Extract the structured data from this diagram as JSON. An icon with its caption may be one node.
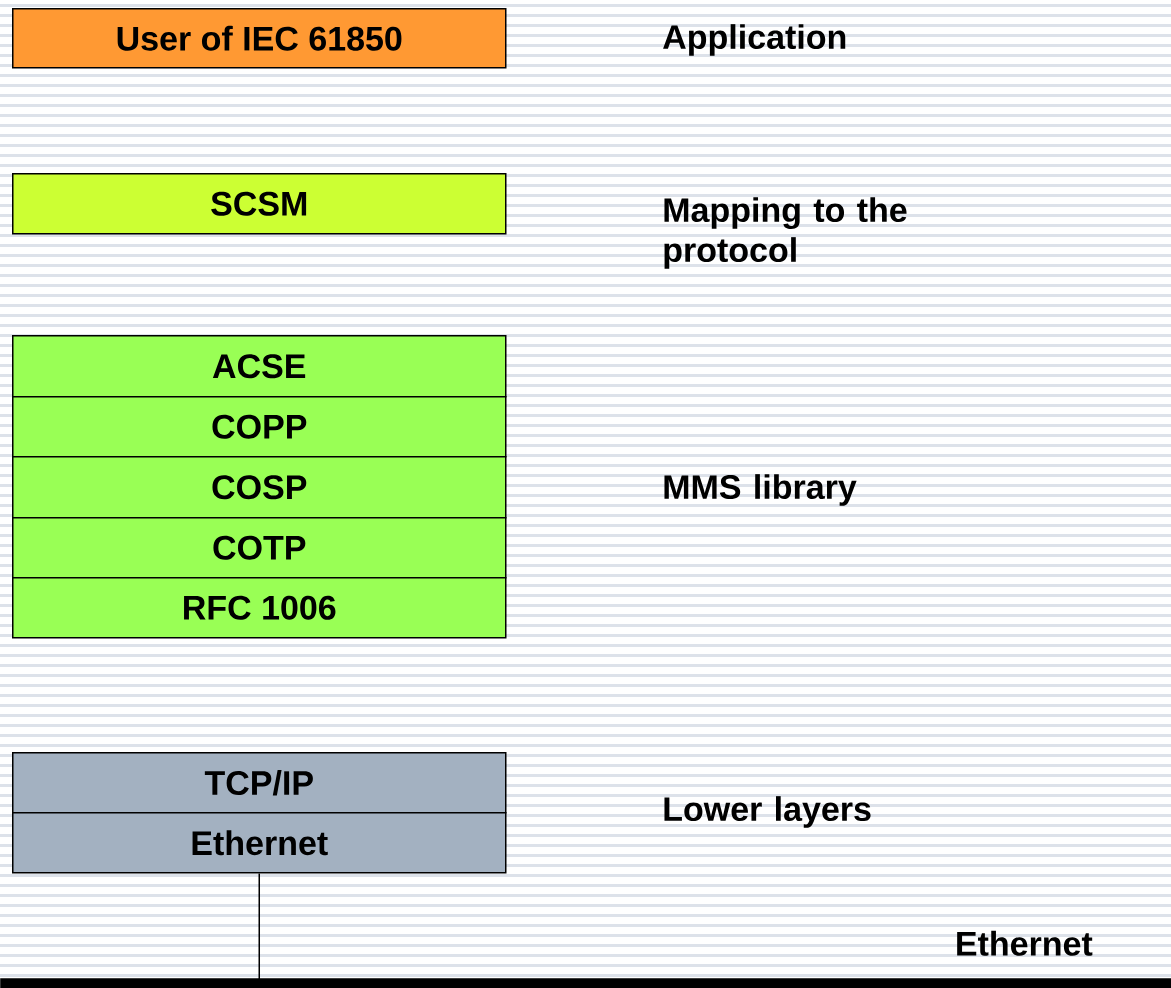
{
  "diagram": {
    "nodes": [
      {
        "text": [
          "User of IEC 61850"
        ]
      },
      {
        "text": [
          "SCSM"
        ]
      },
      {
        "text": [
          "ACSE"
        ]
      },
      {
        "text": [
          "COPP"
        ]
      },
      {
        "text": [
          "COSP"
        ]
      },
      {
        "text": [
          "COTP"
        ]
      },
      {
        "text": [
          "RFC 1006"
        ]
      },
      {
        "text": [
          "TCP/IP"
        ]
      },
      {
        "text": [
          "Ethernet"
        ]
      },
      {
        "text": [
          "Ethernet"
        ]
      }
    ],
    "edges": [
      {
        "from": 8,
        "to": 9,
        "arrow": "none"
      }
    ],
    "labels": [
      "Application",
      "Mapping to the protocol",
      "MMS library",
      "Lower layers"
    ]
  }
}
